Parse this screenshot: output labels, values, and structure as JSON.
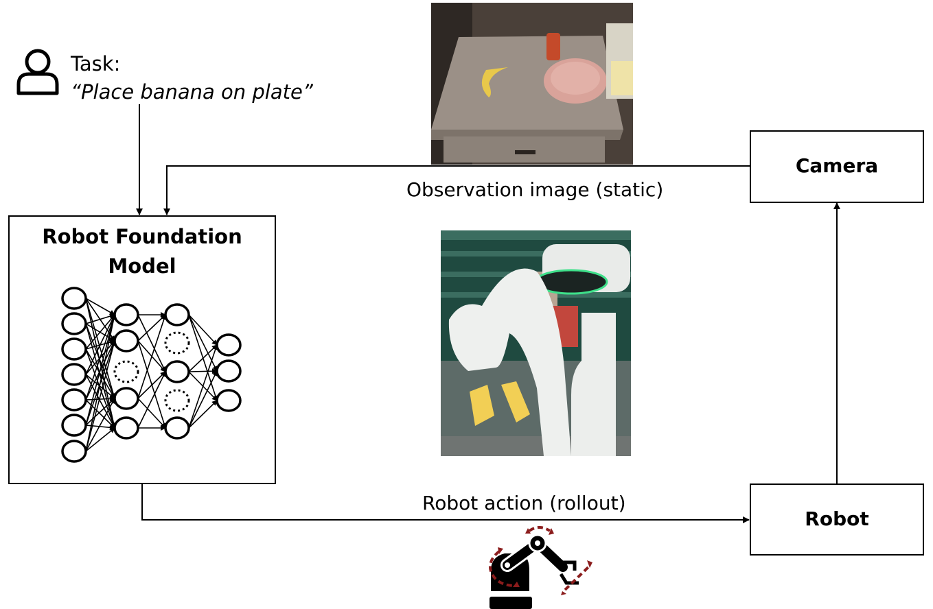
{
  "task": {
    "icon": "user-icon",
    "label": "Task:",
    "instruction": "“Place banana on plate”"
  },
  "nodes": {
    "model": {
      "title_line1": "Robot Foundation",
      "title_line2": "Model",
      "icon": "neural-network-icon"
    },
    "camera": {
      "label": "Camera"
    },
    "robot": {
      "label": "Robot"
    }
  },
  "edges": {
    "observation": {
      "label": "Observation image (static)"
    },
    "action": {
      "label": "Robot action (rollout)"
    }
  },
  "images": {
    "observation": {
      "description": "Robot camera view: banana and pink plate on a table with a soda can"
    },
    "robot_photo": {
      "description": "White mobile manipulator robot with gripper and green-lit head camera"
    },
    "action_icon": "robot-arm-icon"
  },
  "colors": {
    "line": "#000000",
    "accent_arrows": "#8b1c1c",
    "plate": "#d9a39a",
    "banana": "#e8c84a",
    "camera_ring": "#3ee08a"
  },
  "network": {
    "layers": [
      7,
      5,
      5,
      3
    ],
    "dropout_nodes": {
      "layer1": [
        2
      ],
      "layer2": [
        1,
        3
      ]
    }
  }
}
